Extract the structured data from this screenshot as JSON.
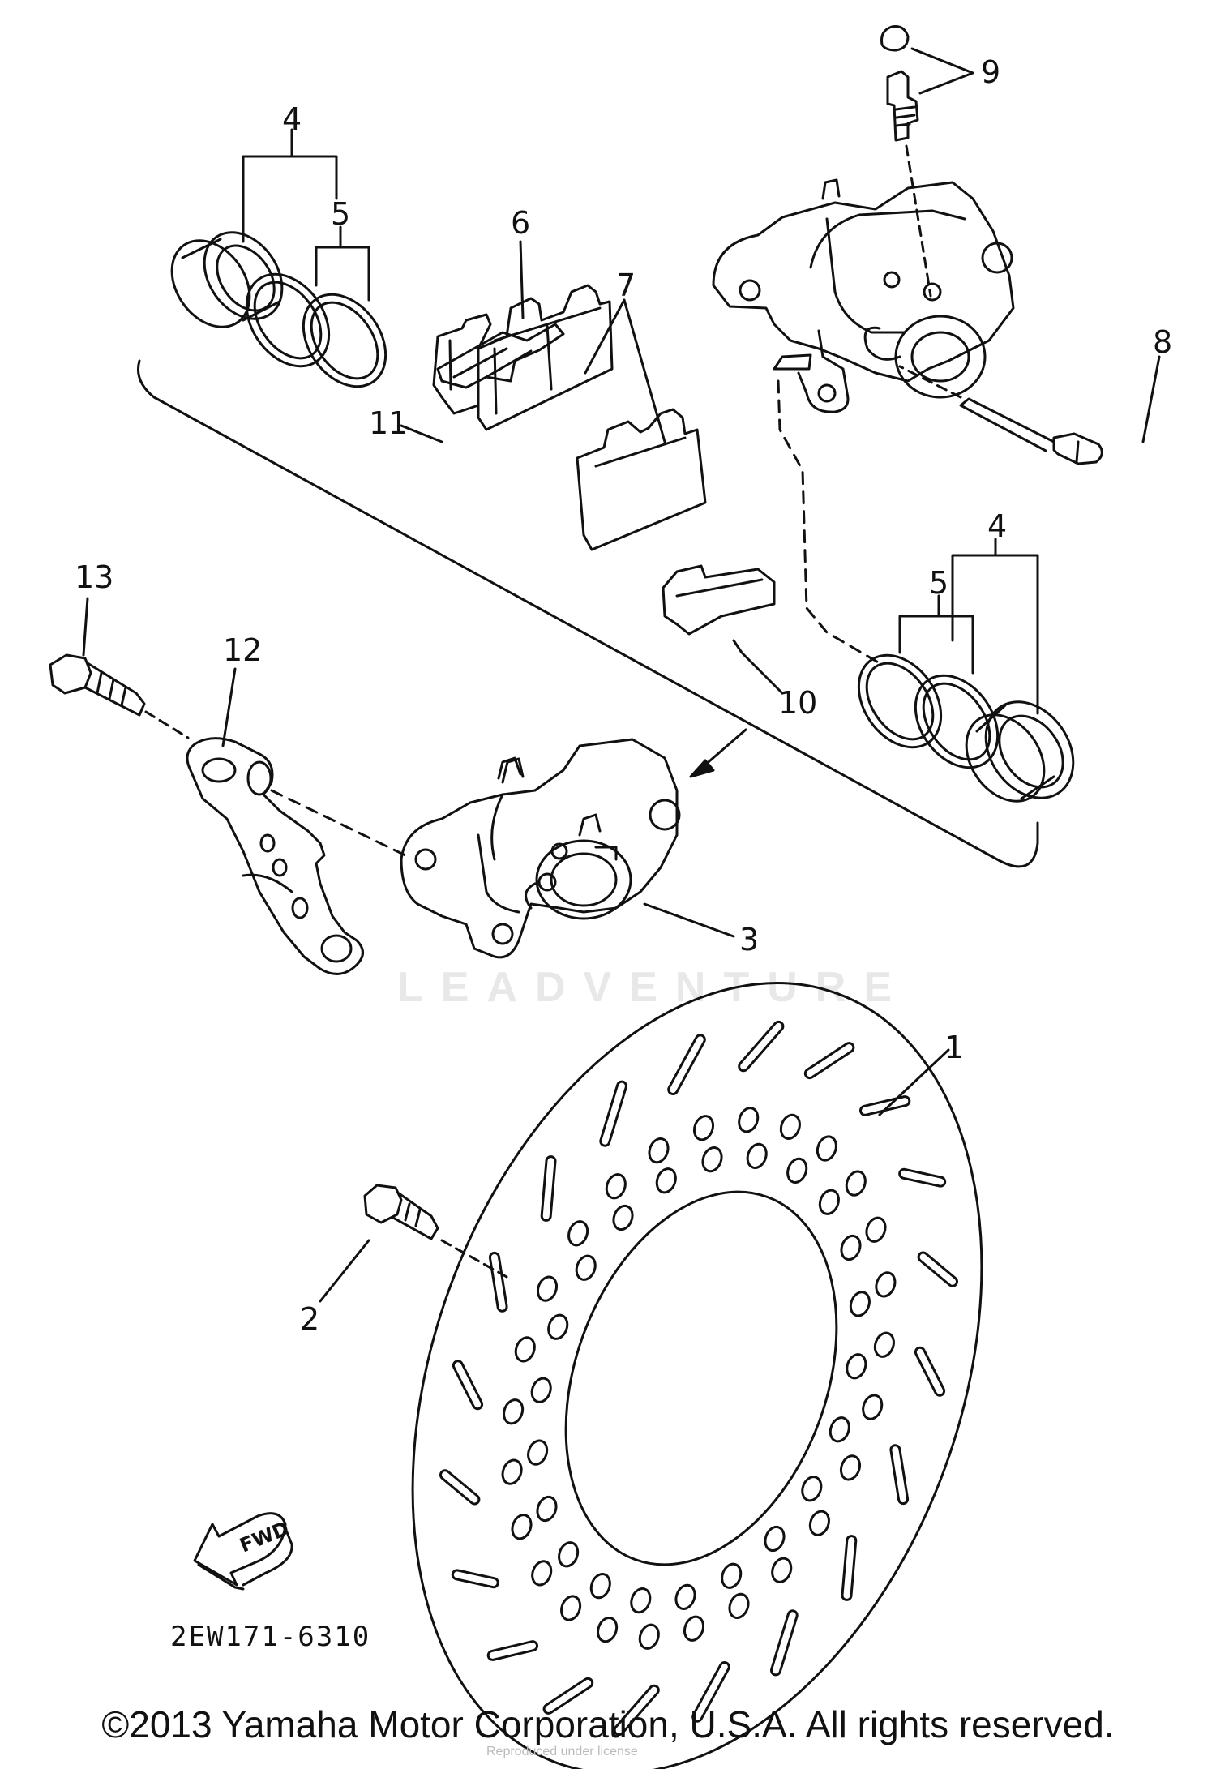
{
  "callouts": {
    "c1": "1",
    "c2": "2",
    "c3": "3",
    "c4a": "4",
    "c4b": "4",
    "c5a": "5",
    "c5b": "5",
    "c6": "6",
    "c7": "7",
    "c8": "8",
    "c9": "9",
    "c10": "10",
    "c11": "11",
    "c12": "12",
    "c13": "13"
  },
  "arrow_label": "FWD",
  "part_code": "2EW171-6310",
  "watermark": "LEADVENTURE",
  "footer": {
    "copyright": "©2013 Yamaha Motor Corporation, U.S.A. All rights reserved.",
    "sub": "Reproduced under license"
  },
  "colors": {
    "ink": "#111111",
    "background": "#ffffff",
    "watermark": "#e8e8e8"
  }
}
